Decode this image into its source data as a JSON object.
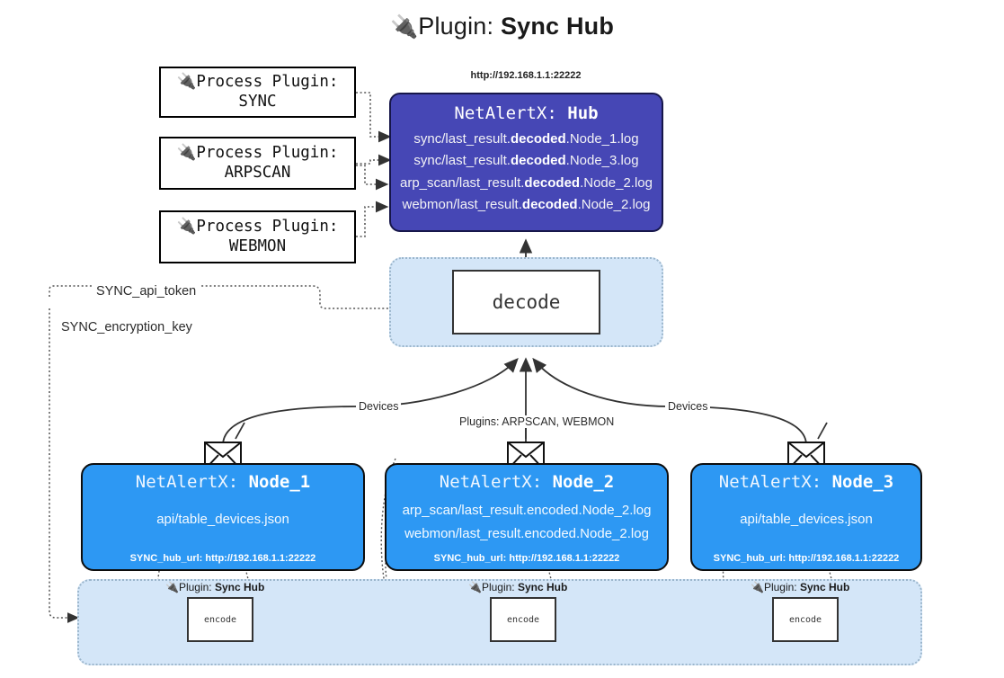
{
  "title": {
    "icon": "plug-icon",
    "glyph": "🔌",
    "prefix": "Plugin: ",
    "name": "Sync Hub"
  },
  "colors": {
    "hub_fill": "#4647b5",
    "node_fill": "#2d98f3",
    "container_fill": "#d4e6f8",
    "box_stroke": "#333333",
    "text_dark": "#222222"
  },
  "process_plugins": [
    {
      "line1": "🔌Process Plugin:",
      "line2": "SYNC"
    },
    {
      "line1": "🔌Process Plugin:",
      "line2": "ARPSCAN"
    },
    {
      "line1": "🔌Process Plugin:",
      "line2": "WEBMON"
    }
  ],
  "hub": {
    "url": "http://192.168.1.1:22222",
    "title_prefix": "NetAlertX: ",
    "title_name": "Hub",
    "lines": [
      {
        "pre": "sync/last_result.",
        "mid": "decoded",
        "post": ".Node_1.log"
      },
      {
        "pre": "sync/last_result.",
        "mid": "decoded",
        "post": ".Node_3.log"
      },
      {
        "pre": "arp_scan/last_result.",
        "mid": "decoded",
        "post": ".Node_2.log"
      },
      {
        "pre": "webmon/last_result.",
        "mid": "decoded",
        "post": ".Node_2.log"
      }
    ]
  },
  "decode": {
    "label": "decode"
  },
  "keys": {
    "api_token": "SYNC_api_token",
    "encryption_key": "SYNC_encryption_key"
  },
  "edge_labels": {
    "devices_left": "Devices",
    "plugins_center": "Plugins: ARPSCAN, WEBMON",
    "devices_right": "Devices"
  },
  "nodes": [
    {
      "title_prefix": "NetAlertX: ",
      "title_name": "Node_1",
      "lines": [
        "api/table_devices.json"
      ],
      "footer": "SYNC_hub_url: http://192.168.1.1:22222",
      "envelope_icon": "envelope-icon"
    },
    {
      "title_prefix": "NetAlertX: ",
      "title_name": "Node_2",
      "lines": [
        "arp_scan/last_result.encoded.Node_2.log",
        "webmon/last_result.encoded.Node_2.log"
      ],
      "footer": "SYNC_hub_url: http://192.168.1.1:22222",
      "envelope_icon": "envelope-icon"
    },
    {
      "title_prefix": "NetAlertX: ",
      "title_name": "Node_3",
      "lines": [
        "api/table_devices.json"
      ],
      "footer": "SYNC_hub_url: http://192.168.1.1:22222",
      "envelope_icon": "envelope-icon"
    }
  ],
  "encoders": [
    {
      "plug_glyph": "🔌",
      "plug_prefix": "Plugin: ",
      "plug_name": "Sync Hub",
      "label": "encode"
    },
    {
      "plug_glyph": "🔌",
      "plug_prefix": "Plugin: ",
      "plug_name": "Sync Hub",
      "label": "encode"
    },
    {
      "plug_glyph": "🔌",
      "plug_prefix": "Plugin: ",
      "plug_name": "Sync Hub",
      "label": "encode"
    }
  ]
}
